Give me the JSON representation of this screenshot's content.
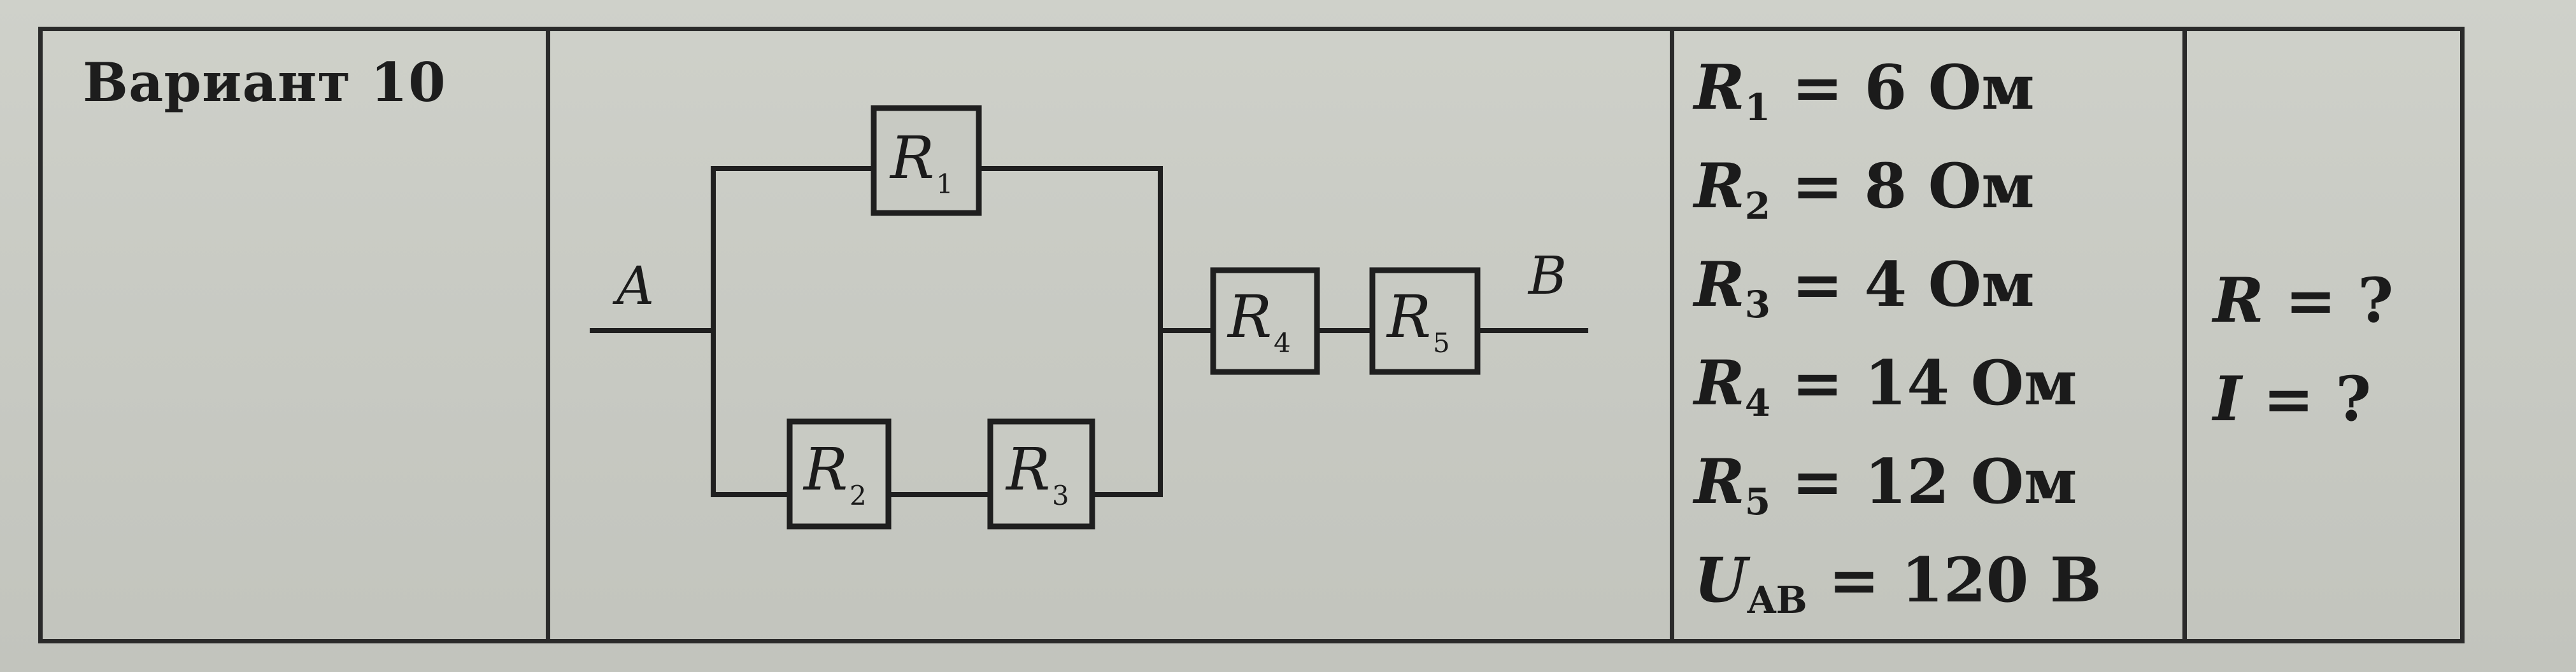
{
  "variant_title": "Вариант 10",
  "circuit": {
    "node_a": "A",
    "node_b": "B",
    "resistors": [
      {
        "letter": "R",
        "index": "1"
      },
      {
        "letter": "R",
        "index": "2"
      },
      {
        "letter": "R",
        "index": "3"
      },
      {
        "letter": "R",
        "index": "4"
      },
      {
        "letter": "R",
        "index": "5"
      }
    ]
  },
  "given": [
    {
      "symbol": "R",
      "sub": "1",
      "value": "= 6 Ом"
    },
    {
      "symbol": "R",
      "sub": "2",
      "value": "= 8 Ом"
    },
    {
      "symbol": "R",
      "sub": "3",
      "value": "= 4 Ом"
    },
    {
      "symbol": "R",
      "sub": "4",
      "value": "= 14 Ом"
    },
    {
      "symbol": "R",
      "sub": "5",
      "value": "= 12 Ом"
    },
    {
      "symbol": "U",
      "sub": "AB",
      "value": "= 120 В"
    }
  ],
  "unknowns": [
    {
      "symbol": "R",
      "value": "= ?"
    },
    {
      "symbol": "I",
      "value": "= ?"
    }
  ]
}
